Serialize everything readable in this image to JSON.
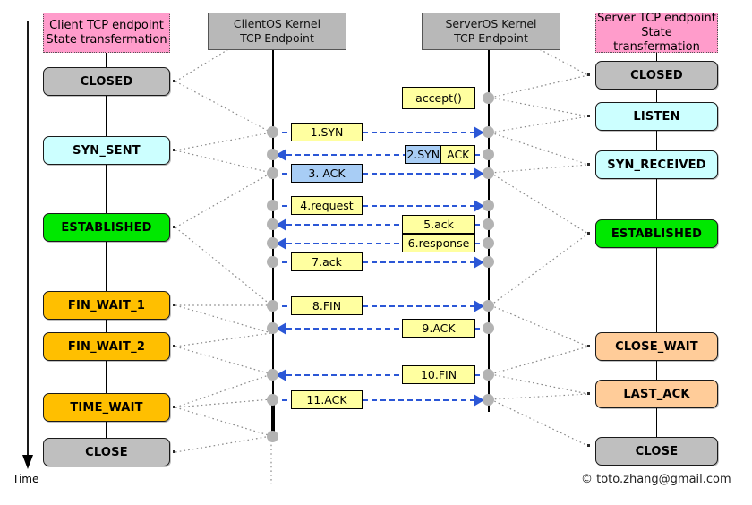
{
  "headers": {
    "client_state": {
      "line1": "Client TCP endpoint",
      "line2": "State transfermation"
    },
    "client_kernel": {
      "line1": "ClientOS Kernel",
      "line2": "TCP Endpoint"
    },
    "server_kernel": {
      "line1": "ServerOS Kernel",
      "line2": "TCP Endpoint"
    },
    "server_state": {
      "line1": "Server TCP endpoint",
      "line2": "State transfermation"
    }
  },
  "axis": {
    "time_label": "Time"
  },
  "credit": "© toto.zhang@gmail.com",
  "client_states": [
    {
      "label": "CLOSED",
      "color": "#bfbfbf"
    },
    {
      "label": "SYN_SENT",
      "color": "#ccffff"
    },
    {
      "label": "ESTABLISHED",
      "color": "#00e800"
    },
    {
      "label": "FIN_WAIT_1",
      "color": "#ffbf00"
    },
    {
      "label": "FIN_WAIT_2",
      "color": "#ffbf00"
    },
    {
      "label": "TIME_WAIT",
      "color": "#ffbf00"
    },
    {
      "label": "CLOSE",
      "color": "#bfbfbf"
    }
  ],
  "server_states": [
    {
      "label": "CLOSED",
      "color": "#bfbfbf"
    },
    {
      "label": "LISTEN",
      "color": "#ccffff"
    },
    {
      "label": "SYN_RECEIVED",
      "color": "#ccffff"
    },
    {
      "label": "ESTABLISHED",
      "color": "#00e800"
    },
    {
      "label": "CLOSE_WAIT",
      "color": "#ffcc99"
    },
    {
      "label": "LAST_ACK",
      "color": "#ffcc99"
    },
    {
      "label": "CLOSE",
      "color": "#bfbfbf"
    }
  ],
  "server_call": {
    "label": "accept()"
  },
  "messages": [
    {
      "n": 1,
      "label": "1.SYN",
      "dir": "right",
      "style": "yellow"
    },
    {
      "n": 2,
      "label": "2.SYN",
      "label2": "ACK",
      "dir": "left",
      "style": "split"
    },
    {
      "n": 3,
      "label": "3. ACK",
      "dir": "right",
      "style": "blue"
    },
    {
      "n": 4,
      "label": "4.request",
      "dir": "right",
      "style": "yellow"
    },
    {
      "n": 5,
      "label": "5.ack",
      "dir": "left",
      "style": "yellow"
    },
    {
      "n": 6,
      "label": "6.response",
      "dir": "left",
      "style": "yellow"
    },
    {
      "n": 7,
      "label": "7.ack",
      "dir": "right",
      "style": "yellow"
    },
    {
      "n": 8,
      "label": "8.FIN",
      "dir": "right",
      "style": "yellow"
    },
    {
      "n": 9,
      "label": "9.ACK",
      "dir": "left",
      "style": "yellow"
    },
    {
      "n": 10,
      "label": "10.FIN",
      "dir": "left",
      "style": "yellow"
    },
    {
      "n": 11,
      "label": "11.ACK",
      "dir": "right",
      "style": "yellow"
    }
  ],
  "colors": {
    "banner_pink": "#ff9ccb",
    "banner_gray": "#b8b8b8",
    "arrow_blue": "#2b57d6",
    "msg_yellow": "#ffffa0",
    "msg_blue": "#a8cdf5",
    "dot_gray": "#b3b3b3"
  }
}
